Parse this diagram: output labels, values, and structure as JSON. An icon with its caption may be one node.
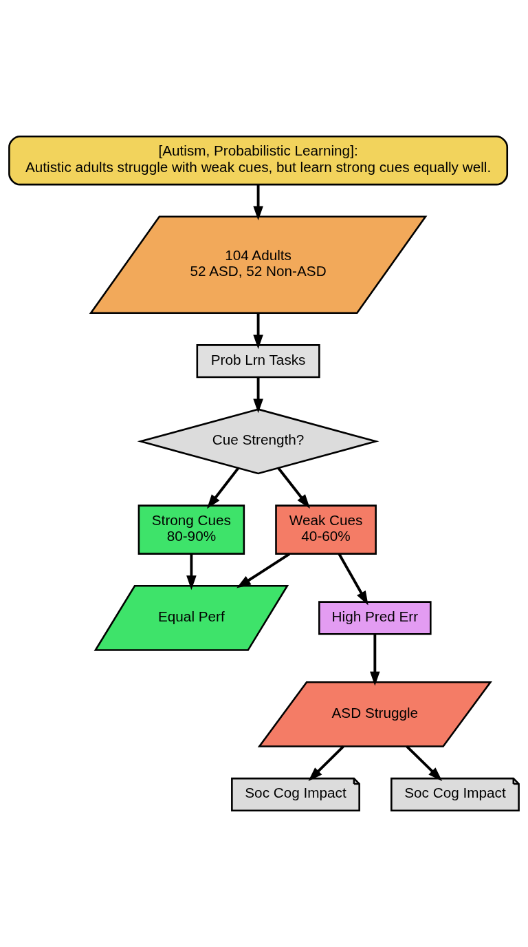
{
  "diagram": {
    "nodes": [
      {
        "text": [
          "[Autism, Probabilistic Learning]:",
          "Autistic adults struggle with weak cues, but learn strong cues equally well."
        ]
      },
      {
        "text": [
          "104 Adults",
          "52 ASD, 52 Non-ASD"
        ]
      },
      {
        "text": [
          "Prob Lrn Tasks"
        ]
      },
      {
        "text": [
          "Cue Strength?"
        ]
      },
      {
        "text": [
          "Strong Cues",
          "80-90%"
        ]
      },
      {
        "text": [
          "Weak Cues",
          "40-60%"
        ]
      },
      {
        "text": [
          "Equal Perf"
        ]
      },
      {
        "text": [
          "High Pred Err"
        ]
      },
      {
        "text": [
          "ASD Struggle"
        ]
      },
      {
        "text": [
          "Soc Cog Impact"
        ]
      },
      {
        "text": [
          "Soc Cog Impact"
        ]
      }
    ],
    "edges": [
      {
        "from": 0,
        "to": 1,
        "arrow": "to"
      },
      {
        "from": 1,
        "to": 2,
        "arrow": "to"
      },
      {
        "from": 2,
        "to": 3,
        "arrow": "to"
      },
      {
        "from": 3,
        "to": 4,
        "arrow": "to"
      },
      {
        "from": 3,
        "to": 5,
        "arrow": "to"
      },
      {
        "from": 4,
        "to": 6,
        "arrow": "to"
      },
      {
        "from": 5,
        "to": 6,
        "arrow": "to"
      },
      {
        "from": 5,
        "to": 7,
        "arrow": "to"
      },
      {
        "from": 7,
        "to": 8,
        "arrow": "to"
      },
      {
        "from": 8,
        "to": 9,
        "arrow": "to"
      },
      {
        "from": 8,
        "to": 10,
        "arrow": "to"
      }
    ]
  }
}
